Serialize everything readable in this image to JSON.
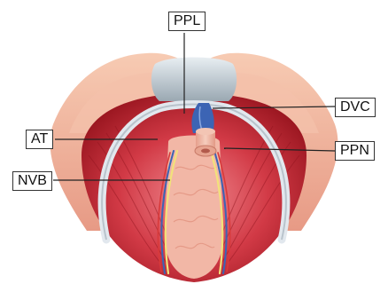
{
  "labels": {
    "ppl": "PPL",
    "dvc": "DVC",
    "at": "AT",
    "ppn": "PPN",
    "nvb": "NVB"
  },
  "colors": {
    "muscle_dark": "#b01e2a",
    "muscle_light": "#e8707a",
    "skin": "#f2b9a0",
    "fascia": "#dde4ea",
    "vein": "#3c64b4",
    "nerve": "#f2e27a",
    "urethra": "#f0b8a4"
  }
}
